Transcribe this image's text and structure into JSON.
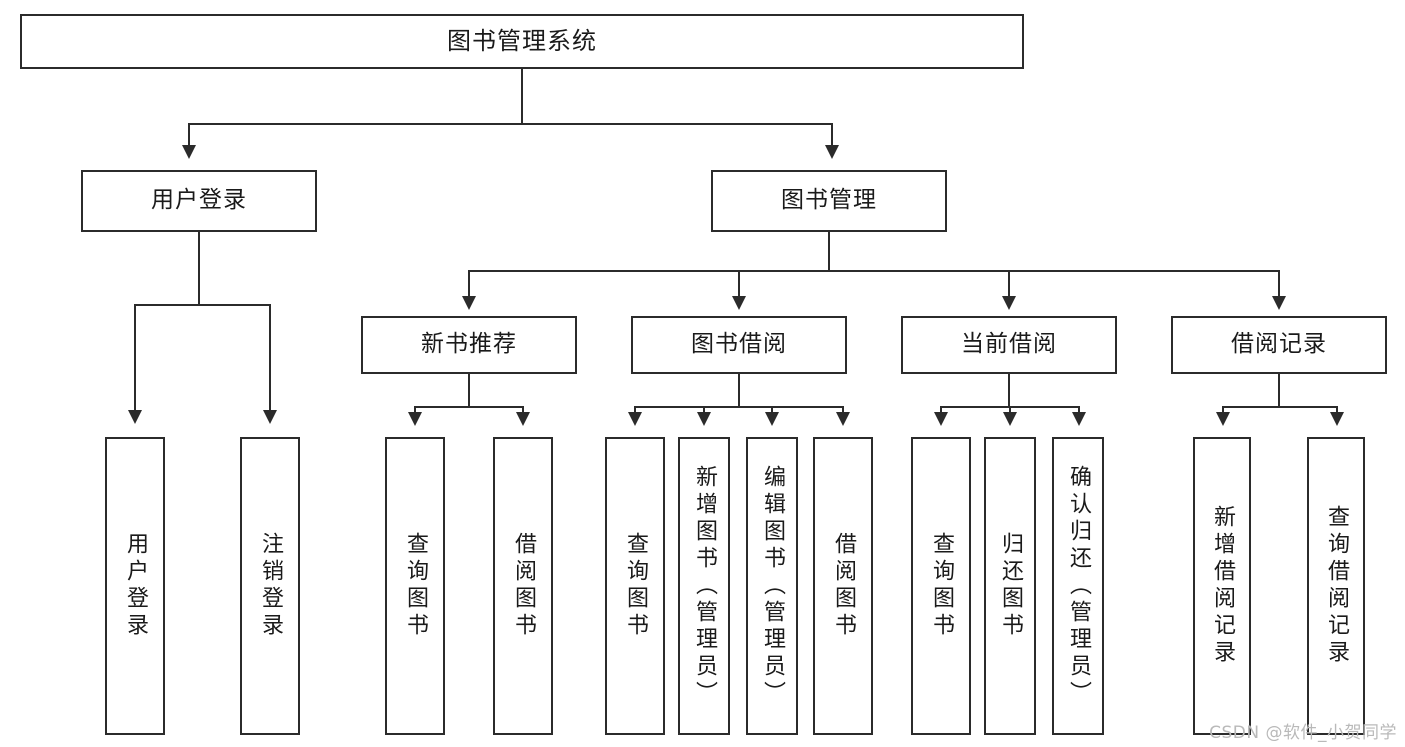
{
  "diagram": {
    "type": "tree-hierarchy",
    "title": "图书管理系统",
    "root": {
      "id": "root",
      "label": "图书管理系统",
      "orientation": "horizontal"
    },
    "level2": [
      {
        "id": "user-login",
        "label": "用户登录",
        "orientation": "horizontal"
      },
      {
        "id": "book-management",
        "label": "图书管理",
        "orientation": "horizontal"
      }
    ],
    "level3": [
      {
        "id": "new-book-recommend",
        "label": "新书推荐",
        "orientation": "horizontal",
        "parent": "book-management"
      },
      {
        "id": "book-borrow",
        "label": "图书借阅",
        "orientation": "horizontal",
        "parent": "book-management"
      },
      {
        "id": "current-borrow",
        "label": "当前借阅",
        "orientation": "horizontal",
        "parent": "book-management"
      },
      {
        "id": "borrow-record",
        "label": "借阅记录",
        "orientation": "horizontal",
        "parent": "book-management"
      }
    ],
    "leaves": [
      {
        "id": "leaf-user-login",
        "label": "用户登录",
        "orientation": "vertical",
        "parent": "user-login"
      },
      {
        "id": "leaf-user-logout",
        "label": "注销登录",
        "orientation": "vertical",
        "parent": "user-login"
      },
      {
        "id": "leaf-query-book-1",
        "label": "查询图书",
        "orientation": "vertical",
        "parent": "new-book-recommend"
      },
      {
        "id": "leaf-borrow-book-1",
        "label": "借阅图书",
        "orientation": "vertical",
        "parent": "new-book-recommend"
      },
      {
        "id": "leaf-query-book-2",
        "label": "查询图书",
        "orientation": "vertical",
        "parent": "book-borrow"
      },
      {
        "id": "leaf-add-book",
        "label": "新增图书（管理员）",
        "orientation": "vertical",
        "parent": "book-borrow"
      },
      {
        "id": "leaf-edit-book",
        "label": "编辑图书（管理员）",
        "orientation": "vertical",
        "parent": "book-borrow"
      },
      {
        "id": "leaf-borrow-book-2",
        "label": "借阅图书",
        "orientation": "vertical",
        "parent": "book-borrow"
      },
      {
        "id": "leaf-query-book-3",
        "label": "查询图书",
        "orientation": "vertical",
        "parent": "current-borrow"
      },
      {
        "id": "leaf-return-book",
        "label": "归还图书",
        "orientation": "vertical",
        "parent": "current-borrow"
      },
      {
        "id": "leaf-confirm-return",
        "label": "确认归还（管理员）",
        "orientation": "vertical",
        "parent": "current-borrow"
      },
      {
        "id": "leaf-add-record",
        "label": "新增借阅记录",
        "orientation": "vertical",
        "parent": "borrow-record"
      },
      {
        "id": "leaf-query-record",
        "label": "查询借阅记录",
        "orientation": "vertical",
        "parent": "borrow-record"
      }
    ],
    "colors": {
      "stroke": "#2b2b2b",
      "fill": "#ffffff",
      "text": "#1a1a1a",
      "watermark": "#b9b9b9"
    }
  },
  "watermark": {
    "text": "CSDN @软件_小贺同学"
  }
}
